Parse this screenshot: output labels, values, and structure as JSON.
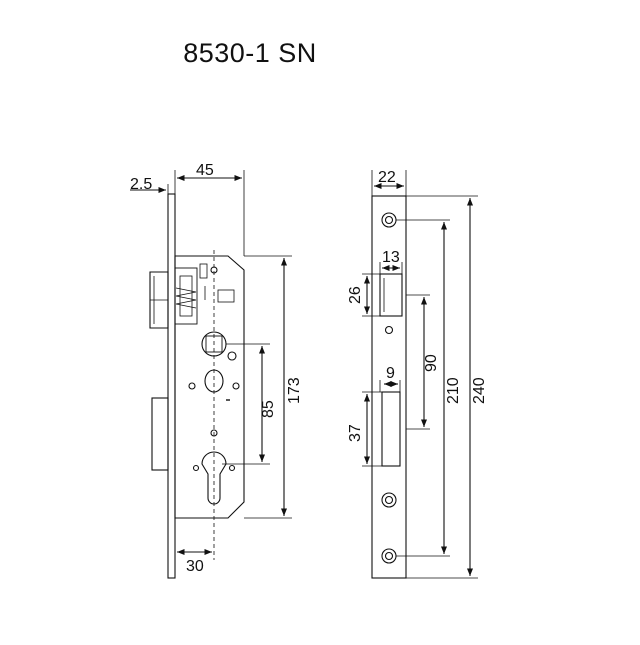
{
  "title": "8530-1 SN",
  "side_view": {
    "dims": {
      "backset_width": "45",
      "faceplate_thickness": "2.5",
      "center_distance": "85",
      "case_height": "173",
      "backset": "30"
    }
  },
  "front_view": {
    "dims": {
      "faceplate_width": "22",
      "latch_width": "13",
      "latch_height": "26",
      "deadbolt_width": "9",
      "deadbolt_height": "37",
      "latch_to_bolt": "90",
      "screw_spacing": "210",
      "faceplate_height": "240"
    }
  }
}
